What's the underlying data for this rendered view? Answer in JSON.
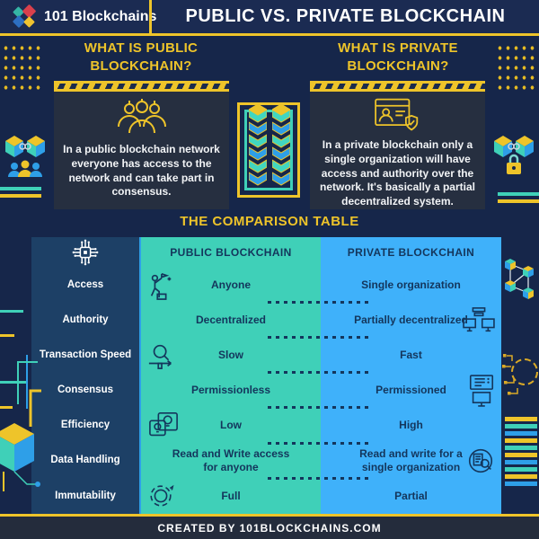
{
  "header": {
    "logo_text": "101 Blockchains",
    "title": "PUBLIC VS. PRIVATE BLOCKCHAIN"
  },
  "sections": {
    "public": {
      "heading": "WHAT IS PUBLIC BLOCKCHAIN?",
      "description": "In a public blockchain network everyone has access to the network and can take part in consensus."
    },
    "private": {
      "heading": "WHAT IS PRIVATE BLOCKCHAIN?",
      "description": "In a private blockchain only a single organization will have access and authority over the network. It's basically a partial decentralized system."
    }
  },
  "comparison": {
    "title": "THE COMPARISON TABLE",
    "columns": {
      "public": "PUBLIC BLOCKCHAIN",
      "private": "PRIVATE BLOCKCHAIN"
    },
    "rows": [
      {
        "label": "Access",
        "public": "Anyone",
        "private": "Single organization"
      },
      {
        "label": "Authority",
        "public": "Decentralized",
        "private": "Partially decentralized"
      },
      {
        "label": "Transaction Speed",
        "public": "Slow",
        "private": "Fast"
      },
      {
        "label": "Consensus",
        "public": "Permissionless",
        "private": "Permissioned"
      },
      {
        "label": "Efficiency",
        "public": "Low",
        "private": "High"
      },
      {
        "label": "Data Handling",
        "public": "Read and Write access for anyone",
        "private": "Read and write for a single organization"
      },
      {
        "label": "Immutability",
        "public": "Full",
        "private": "Partial"
      }
    ]
  },
  "footer": {
    "credit": "CREATED BY 101BLOCKCHAINS.COM"
  },
  "icons": {
    "logo": "diamond-logo-icon",
    "public_card": "crowd-icon",
    "private_card": "browser-shield-icon",
    "sidebar_header": "chip-network-icon",
    "public_rows": [
      "climber-goal-icon",
      "",
      "speed-search-icon",
      "",
      "idea-bulbs-icon",
      "",
      "process-gear-icon"
    ],
    "private_rows": [
      "",
      "network-computers-icon",
      "",
      "server-monitor-icon",
      "",
      "audit-search-icon",
      ""
    ]
  },
  "colors": {
    "background_navy": "#16264A",
    "sidebar_navy": "#1D4066",
    "card_dark": "#262F40",
    "accent_yellow": "#EEC42A",
    "public_teal": "#3FD0B8",
    "private_blue": "#3FB1FA",
    "table_text_navy": "#14365C"
  }
}
